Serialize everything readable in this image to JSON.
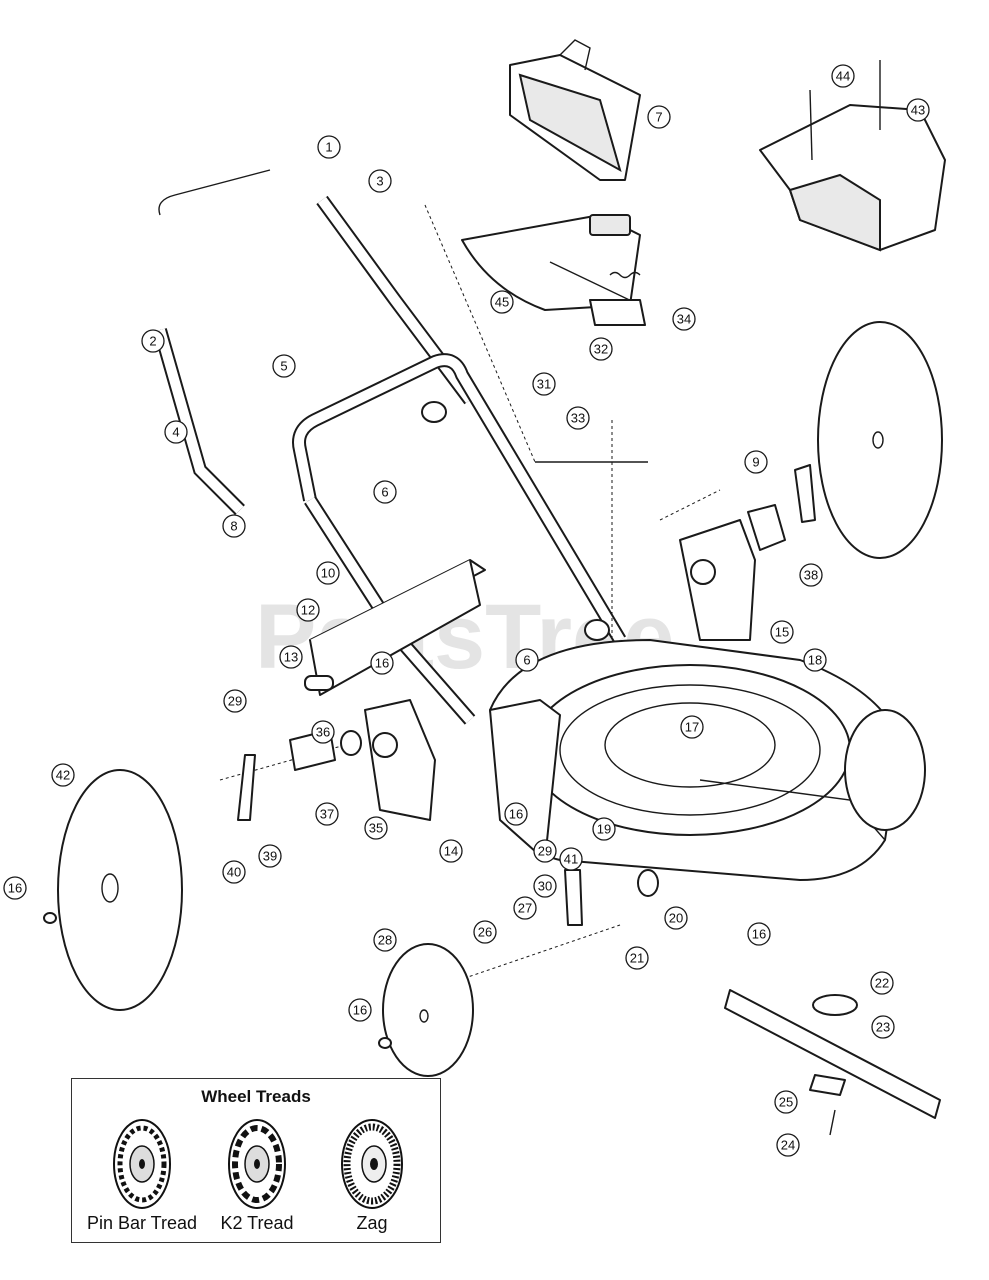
{
  "watermark": "PartsTree",
  "callouts": [
    "1",
    "2",
    "3",
    "4",
    "5",
    "6",
    "7",
    "8",
    "9",
    "10",
    "12",
    "13",
    "14",
    "15",
    "16",
    "17",
    "18",
    "19",
    "20",
    "21",
    "22",
    "23",
    "24",
    "25",
    "26",
    "27",
    "28",
    "29",
    "30",
    "31",
    "32",
    "33",
    "34",
    "35",
    "36",
    "37",
    "38",
    "39",
    "40",
    "41",
    "42",
    "43",
    "44",
    "45"
  ],
  "legend": {
    "title": "Wheel Treads",
    "items": [
      {
        "label": "Pin Bar Tread",
        "icon": "pin-bar-tread-wheel-icon"
      },
      {
        "label": "K2 Tread",
        "icon": "k2-tread-wheel-icon"
      },
      {
        "label": "Zag",
        "icon": "zag-tread-wheel-icon"
      }
    ]
  }
}
